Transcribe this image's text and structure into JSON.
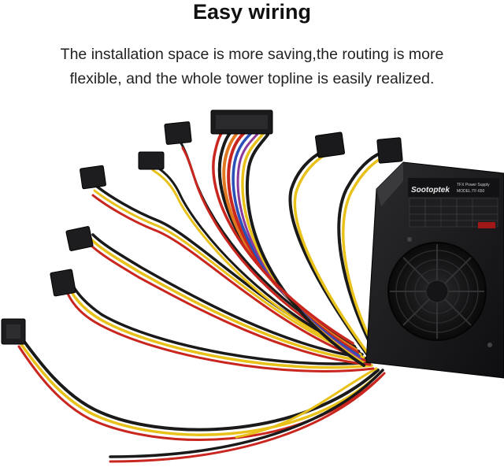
{
  "heading": {
    "title": "Easy wiring",
    "line1": "The installation space is more saving,the routing is more",
    "line2": "flexible, and the whole tower topline is easily realized."
  },
  "psu": {
    "brand": "Sootoptek",
    "model_line1": "TFX Power Supply",
    "model_line2": "MODEL:TF-650"
  },
  "colors": {
    "background": "#ffffff",
    "psu_body": "#1c1c1e",
    "wire_yellow": "#e8c21a",
    "wire_red": "#c8261e",
    "wire_black": "#1a1a1a",
    "wire_orange": "#e07820",
    "wire_blue": "#2a50b8",
    "wire_purple": "#8a3a9a"
  }
}
